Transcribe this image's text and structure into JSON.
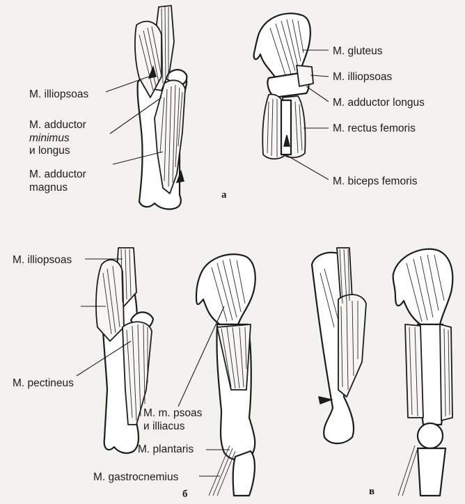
{
  "panels": {
    "a": {
      "letter": "а",
      "labels": {
        "illiopsoas": "M. illiopsoas",
        "adductor_minimus_line1": "M. adductor",
        "adductor_minimus_line2": "minimus",
        "adductor_minimus_line3": "и longus",
        "adductor_magnus_line1": "M. adductor",
        "adductor_magnus_line2": "magnus",
        "gluteus": "M. gluteus",
        "illiopsoas_right": "M. illiopsoas",
        "adductor_longus": "M. adductor longus",
        "rectus_femoris": "M. rectus femoris",
        "biceps_femoris": "M. biceps femoris"
      }
    },
    "b": {
      "letter": "б",
      "labels": {
        "illiopsoas": "M. illiopsoas",
        "pectineus": "M. pectineus",
        "psoas_line1": "M. m. psoas",
        "psoas_line2": "и illiacus",
        "plantaris": "M. plantaris",
        "gastrocnemius": "M. gastrocnemius"
      }
    },
    "c": {
      "letter": "в"
    }
  }
}
